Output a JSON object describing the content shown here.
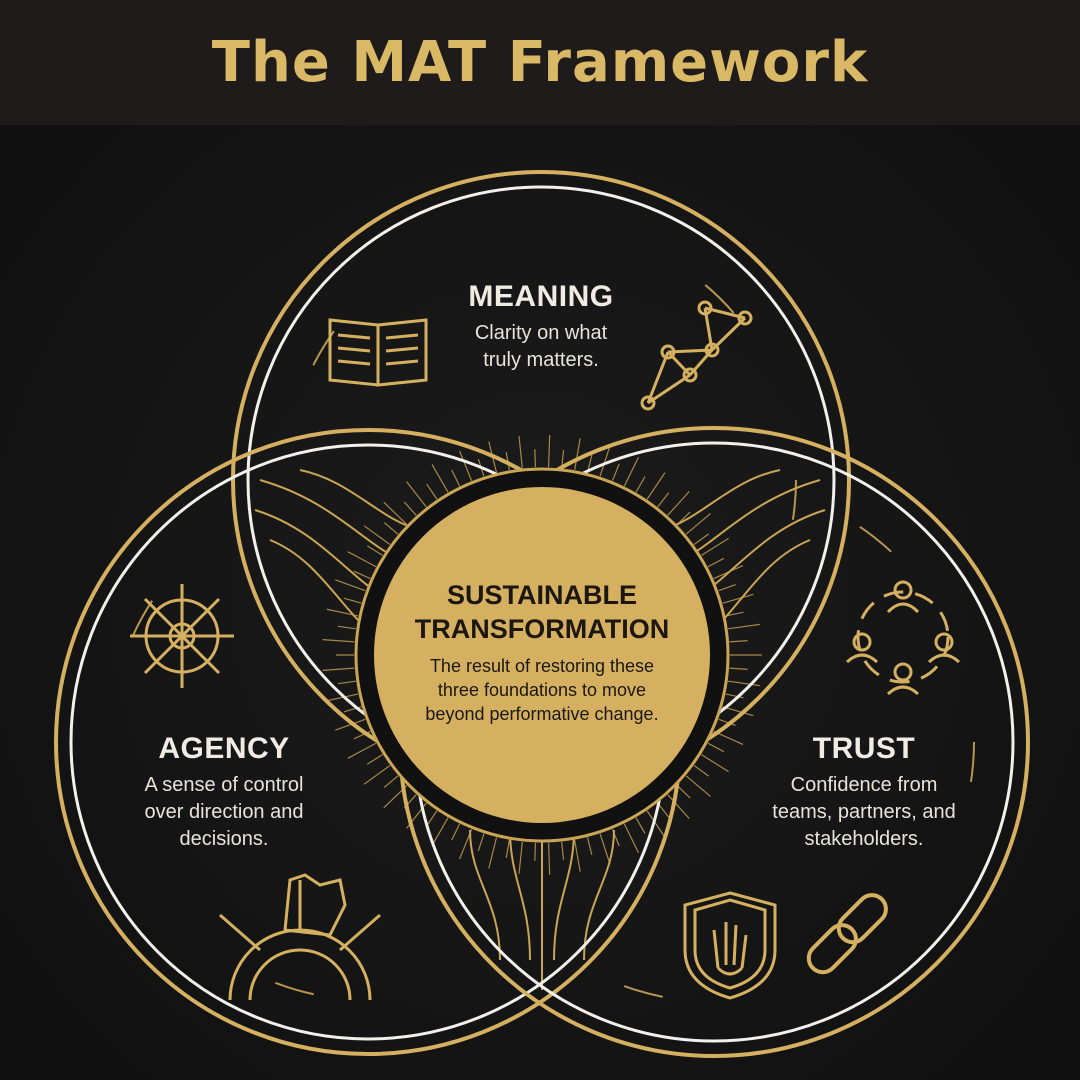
{
  "title": "The MAT Framework",
  "colors": {
    "gold": "#d4b060",
    "white": "#f2f0ea",
    "background": "#141414",
    "titlebar": "#1f1b1b"
  },
  "meaning": {
    "heading": "MEANING",
    "desc_lines": [
      "Clarity on what",
      "truly matters."
    ],
    "icons": [
      "open-book-icon",
      "network-nodes-icon"
    ]
  },
  "agency": {
    "heading": "AGENCY",
    "desc_lines": [
      "A sense of control",
      "over direction and",
      "decisions."
    ],
    "icons": [
      "ship-wheel-icon",
      "hand-steering-wheel-icon"
    ]
  },
  "trust": {
    "heading": "TRUST",
    "desc_lines": [
      "Confidence from",
      "teams, partners, and",
      "stakeholders."
    ],
    "icons": [
      "people-circle-icon",
      "shield-hand-icon",
      "chain-link-icon"
    ]
  },
  "center": {
    "heading_lines": [
      "SUSTAINABLE",
      "TRANSFORMATION"
    ],
    "desc_lines": [
      "The result of restoring these",
      "three foundations to move",
      "beyond performative change."
    ]
  }
}
